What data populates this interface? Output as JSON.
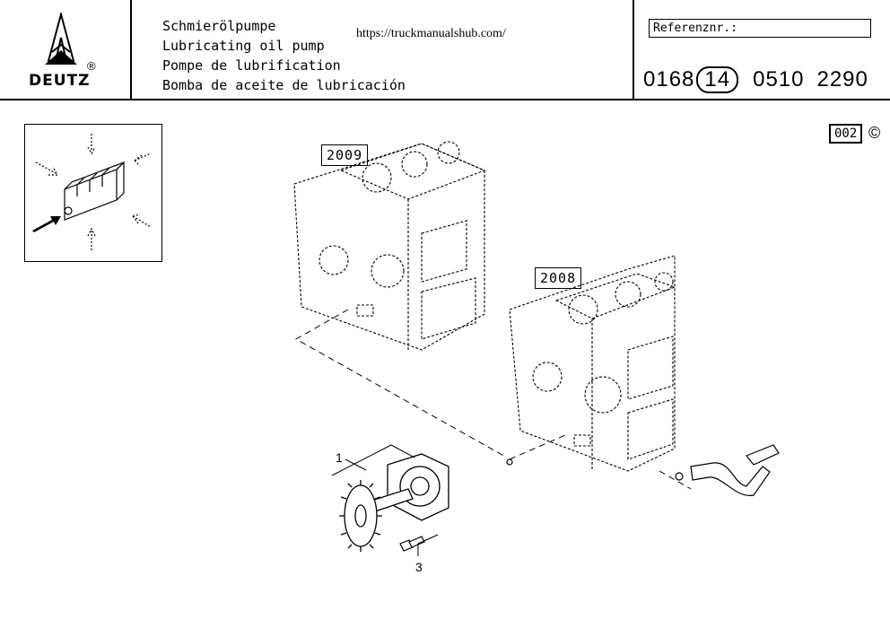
{
  "header": {
    "brand": "DEUTZ",
    "registered": "®",
    "titles": [
      "Schmierölpumpe",
      "Lubricating oil pump",
      "Pompe de lubrification",
      "Bomba de aceite de lubricación"
    ],
    "url": "https://truckmanualshub.com/",
    "ref_label": "Referenznr.:",
    "ref_number": {
      "prefix": "0168",
      "circled": "14",
      "part2": "0510",
      "part3": "2290"
    }
  },
  "page": {
    "badge": "002",
    "copyright": "©"
  },
  "diagram": {
    "block_labels": [
      "2009",
      "2008"
    ],
    "part_numbers": [
      "1",
      "3"
    ]
  }
}
